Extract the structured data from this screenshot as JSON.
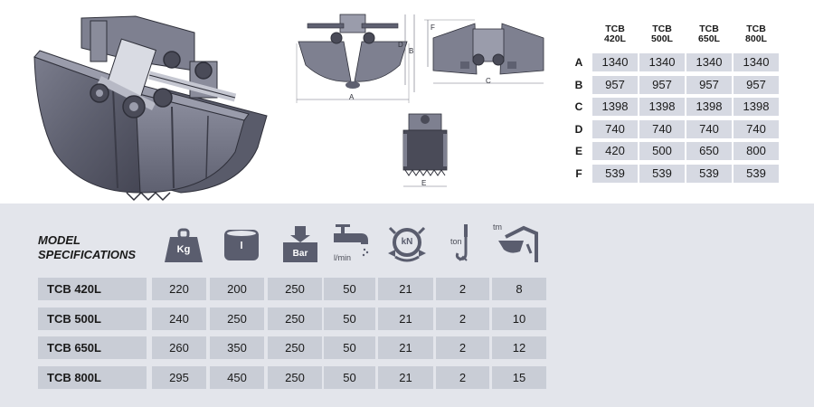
{
  "dimension_table": {
    "headers": [
      "TCB\n420L",
      "TCB\n500L",
      "TCB\n650L",
      "TCB\n800L"
    ],
    "rows": [
      {
        "label": "A",
        "values": [
          "1340",
          "1340",
          "1340",
          "1340"
        ]
      },
      {
        "label": "B",
        "values": [
          "957",
          "957",
          "957",
          "957"
        ]
      },
      {
        "label": "C",
        "values": [
          "1398",
          "1398",
          "1398",
          "1398"
        ]
      },
      {
        "label": "D",
        "values": [
          "740",
          "740",
          "740",
          "740"
        ]
      },
      {
        "label": "E",
        "values": [
          "420",
          "500",
          "650",
          "800"
        ]
      },
      {
        "label": "F",
        "values": [
          "539",
          "539",
          "539",
          "539"
        ]
      }
    ]
  },
  "drawing_labels": {
    "front": {
      "a": "A",
      "b": "B",
      "d": "D"
    },
    "side": {
      "c": "C",
      "f": "F"
    },
    "small": {
      "e": "E"
    }
  },
  "specs": {
    "title_line1": "MODEL",
    "title_line2": "SPECIFICATIONS",
    "icons": [
      {
        "name": "weight-icon",
        "label": "Kg"
      },
      {
        "name": "capacity-icon",
        "label": "l"
      },
      {
        "name": "pressure-icon",
        "label": "Bar"
      },
      {
        "name": "flow-icon",
        "label": "l/min"
      },
      {
        "name": "force-icon",
        "label": "kN"
      },
      {
        "name": "load-icon",
        "label": "ton"
      },
      {
        "name": "torque-icon",
        "label": "tm"
      }
    ],
    "rows": [
      {
        "model": "TCB 420L",
        "values": [
          "220",
          "200",
          "250",
          "50",
          "21",
          "2",
          "8"
        ]
      },
      {
        "model": "TCB 500L",
        "values": [
          "240",
          "250",
          "250",
          "50",
          "21",
          "2",
          "10"
        ]
      },
      {
        "model": "TCB 650L",
        "values": [
          "260",
          "350",
          "250",
          "50",
          "21",
          "2",
          "12"
        ]
      },
      {
        "model": "TCB 800L",
        "values": [
          "295",
          "450",
          "250",
          "50",
          "21",
          "2",
          "15"
        ]
      }
    ]
  },
  "colors": {
    "panel": "#e3e5eb",
    "cell": "#c9cdd6",
    "dim_cell": "#d6d9e2",
    "icon": "#5a5d6e",
    "metal": "#6a6c7c"
  }
}
